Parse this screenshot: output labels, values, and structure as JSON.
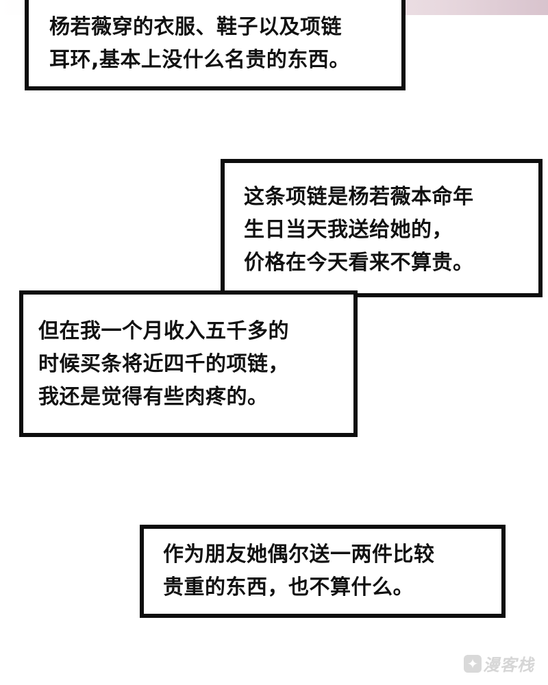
{
  "captions": [
    {
      "lines": [
        "杨若薇穿的衣服、鞋子以及项链",
        "耳环,基本上没什么名贵的东西。"
      ]
    },
    {
      "lines": [
        "这条项链是杨若薇本命年",
        "生日当天我送给她的，",
        "价格在今天看来不算贵。"
      ]
    },
    {
      "lines": [
        "但在我一个月收入五千多的",
        "时候买条将近四千的项链，",
        "我还是觉得有些肉疼的。"
      ]
    },
    {
      "lines": [
        "作为朋友她偶尔送一两件比较",
        "贵重的东西，也不算什么。"
      ]
    }
  ],
  "watermark": {
    "icon": "manga-site-logo-icon",
    "text": "漫客栈"
  },
  "colors": {
    "border": "#0d0d0d",
    "text": "#111111",
    "watermark": "#d6d6d6"
  }
}
